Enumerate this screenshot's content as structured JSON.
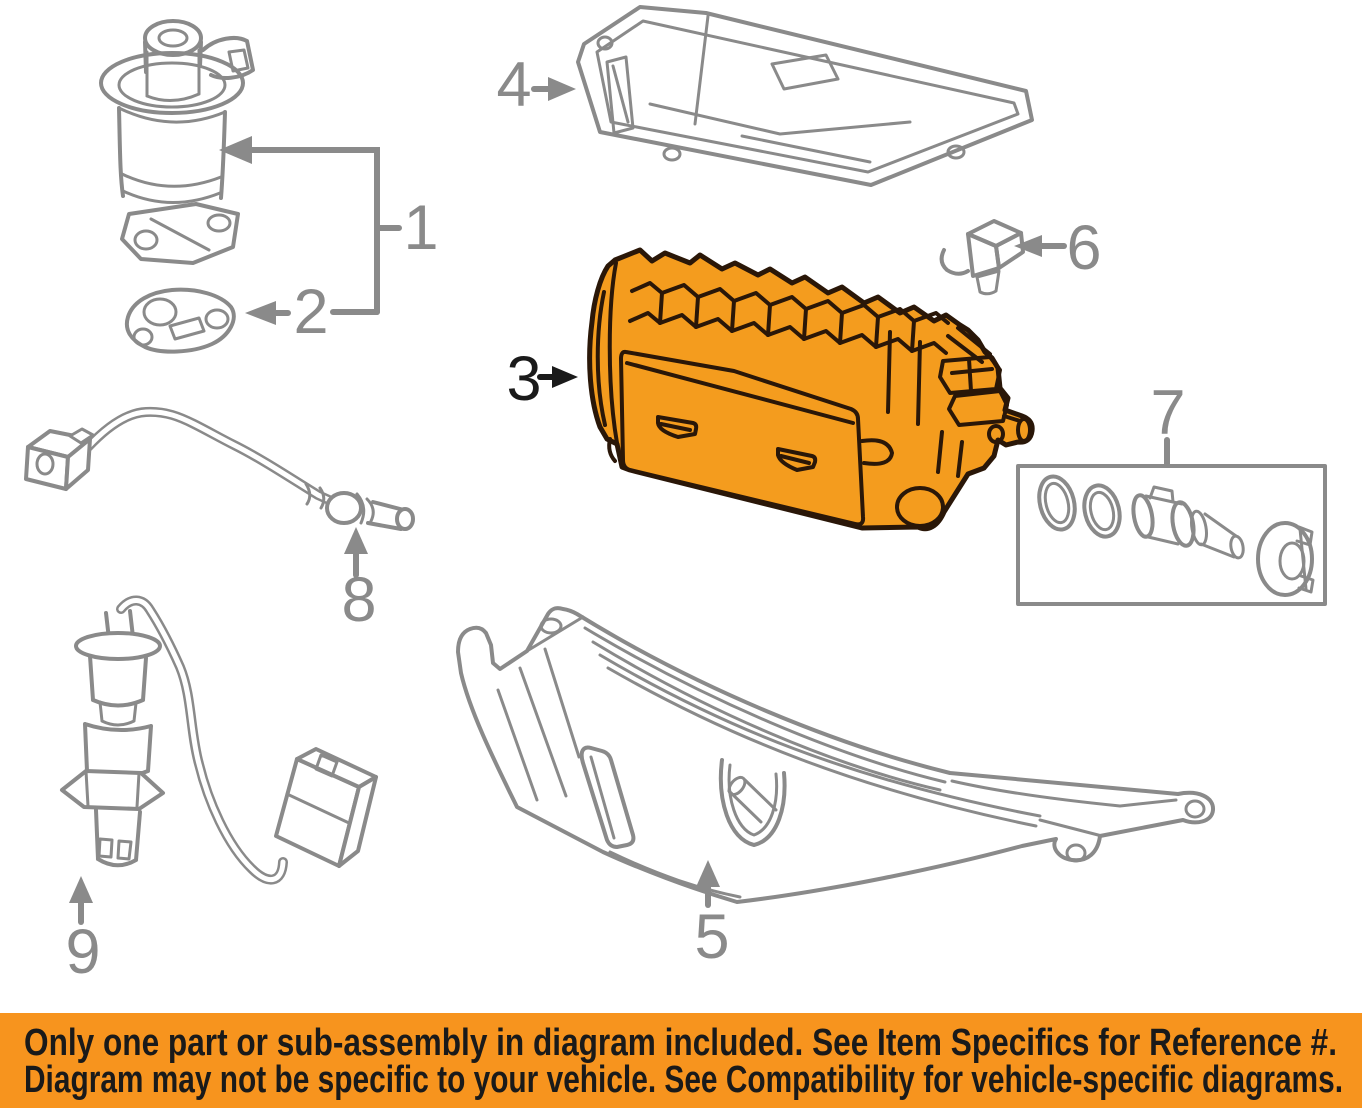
{
  "colors": {
    "highlight_orange": "#F49C1E",
    "highlight_outline": "#2A1708",
    "line_gray": "#8A8A8A",
    "ink": "#1A1A1A",
    "banner_background": "#F7941E",
    "background": "#FFFFFF"
  },
  "diagram": {
    "callouts": [
      {
        "number": "1",
        "arrow_direction": "left",
        "highlighted": false
      },
      {
        "number": "2",
        "arrow_direction": "left",
        "highlighted": false
      },
      {
        "number": "3",
        "arrow_direction": "right",
        "highlighted": true
      },
      {
        "number": "4",
        "arrow_direction": "right",
        "highlighted": false
      },
      {
        "number": "5",
        "arrow_direction": "up",
        "highlighted": false
      },
      {
        "number": "6",
        "arrow_direction": "left",
        "highlighted": false
      },
      {
        "number": "7",
        "arrow_direction": "line",
        "highlighted": false
      },
      {
        "number": "8",
        "arrow_direction": "up",
        "highlighted": false
      },
      {
        "number": "9",
        "arrow_direction": "up",
        "highlighted": false
      }
    ]
  },
  "banner": {
    "line1": "Only one part or sub-assembly in diagram included. See Item Specifics for Reference #.",
    "line2": "Diagram may not be specific to your vehicle. See Compatibility for vehicle-specific diagrams."
  }
}
